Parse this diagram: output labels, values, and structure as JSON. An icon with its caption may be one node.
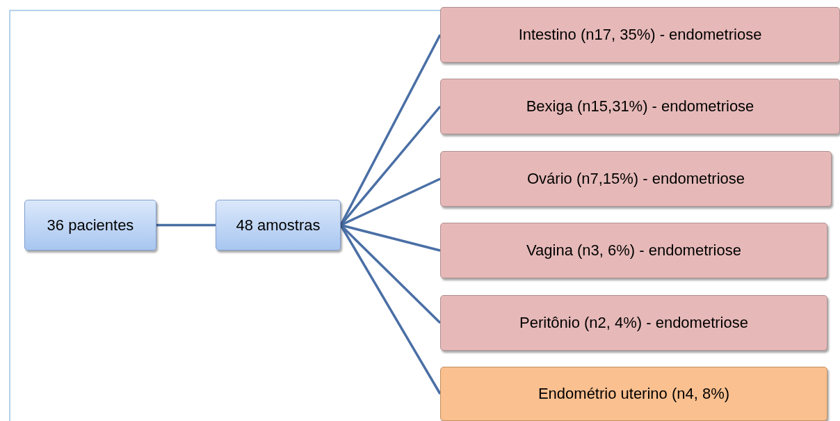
{
  "diagram": {
    "nodes": [
      {
        "text": [
          "36 pacientes"
        ]
      },
      {
        "text": [
          "48 amostras"
        ]
      },
      {
        "text": [
          "Intestino (n17, 35%) - endometriose"
        ]
      },
      {
        "text": [
          "Bexiga (n15,31%) - endometriose"
        ]
      },
      {
        "text": [
          "Ovário (n7,15%) - endometriose"
        ]
      },
      {
        "text": [
          "Vagina (n3, 6%) - endometriose"
        ]
      },
      {
        "text": [
          "Peritônio (n2, 4%) - endometriose"
        ]
      },
      {
        "text": [
          "Endométrio uterino (n4, 8%)"
        ]
      }
    ],
    "edges": [
      {
        "from": 0,
        "to": 1,
        "arrow": "none"
      },
      {
        "from": 1,
        "to": 2,
        "arrow": "none"
      },
      {
        "from": 1,
        "to": 3,
        "arrow": "none"
      },
      {
        "from": 1,
        "to": 4,
        "arrow": "none"
      },
      {
        "from": 1,
        "to": 5,
        "arrow": "none"
      },
      {
        "from": 1,
        "to": 6,
        "arrow": "none"
      },
      {
        "from": 1,
        "to": 7,
        "arrow": "none"
      }
    ]
  }
}
